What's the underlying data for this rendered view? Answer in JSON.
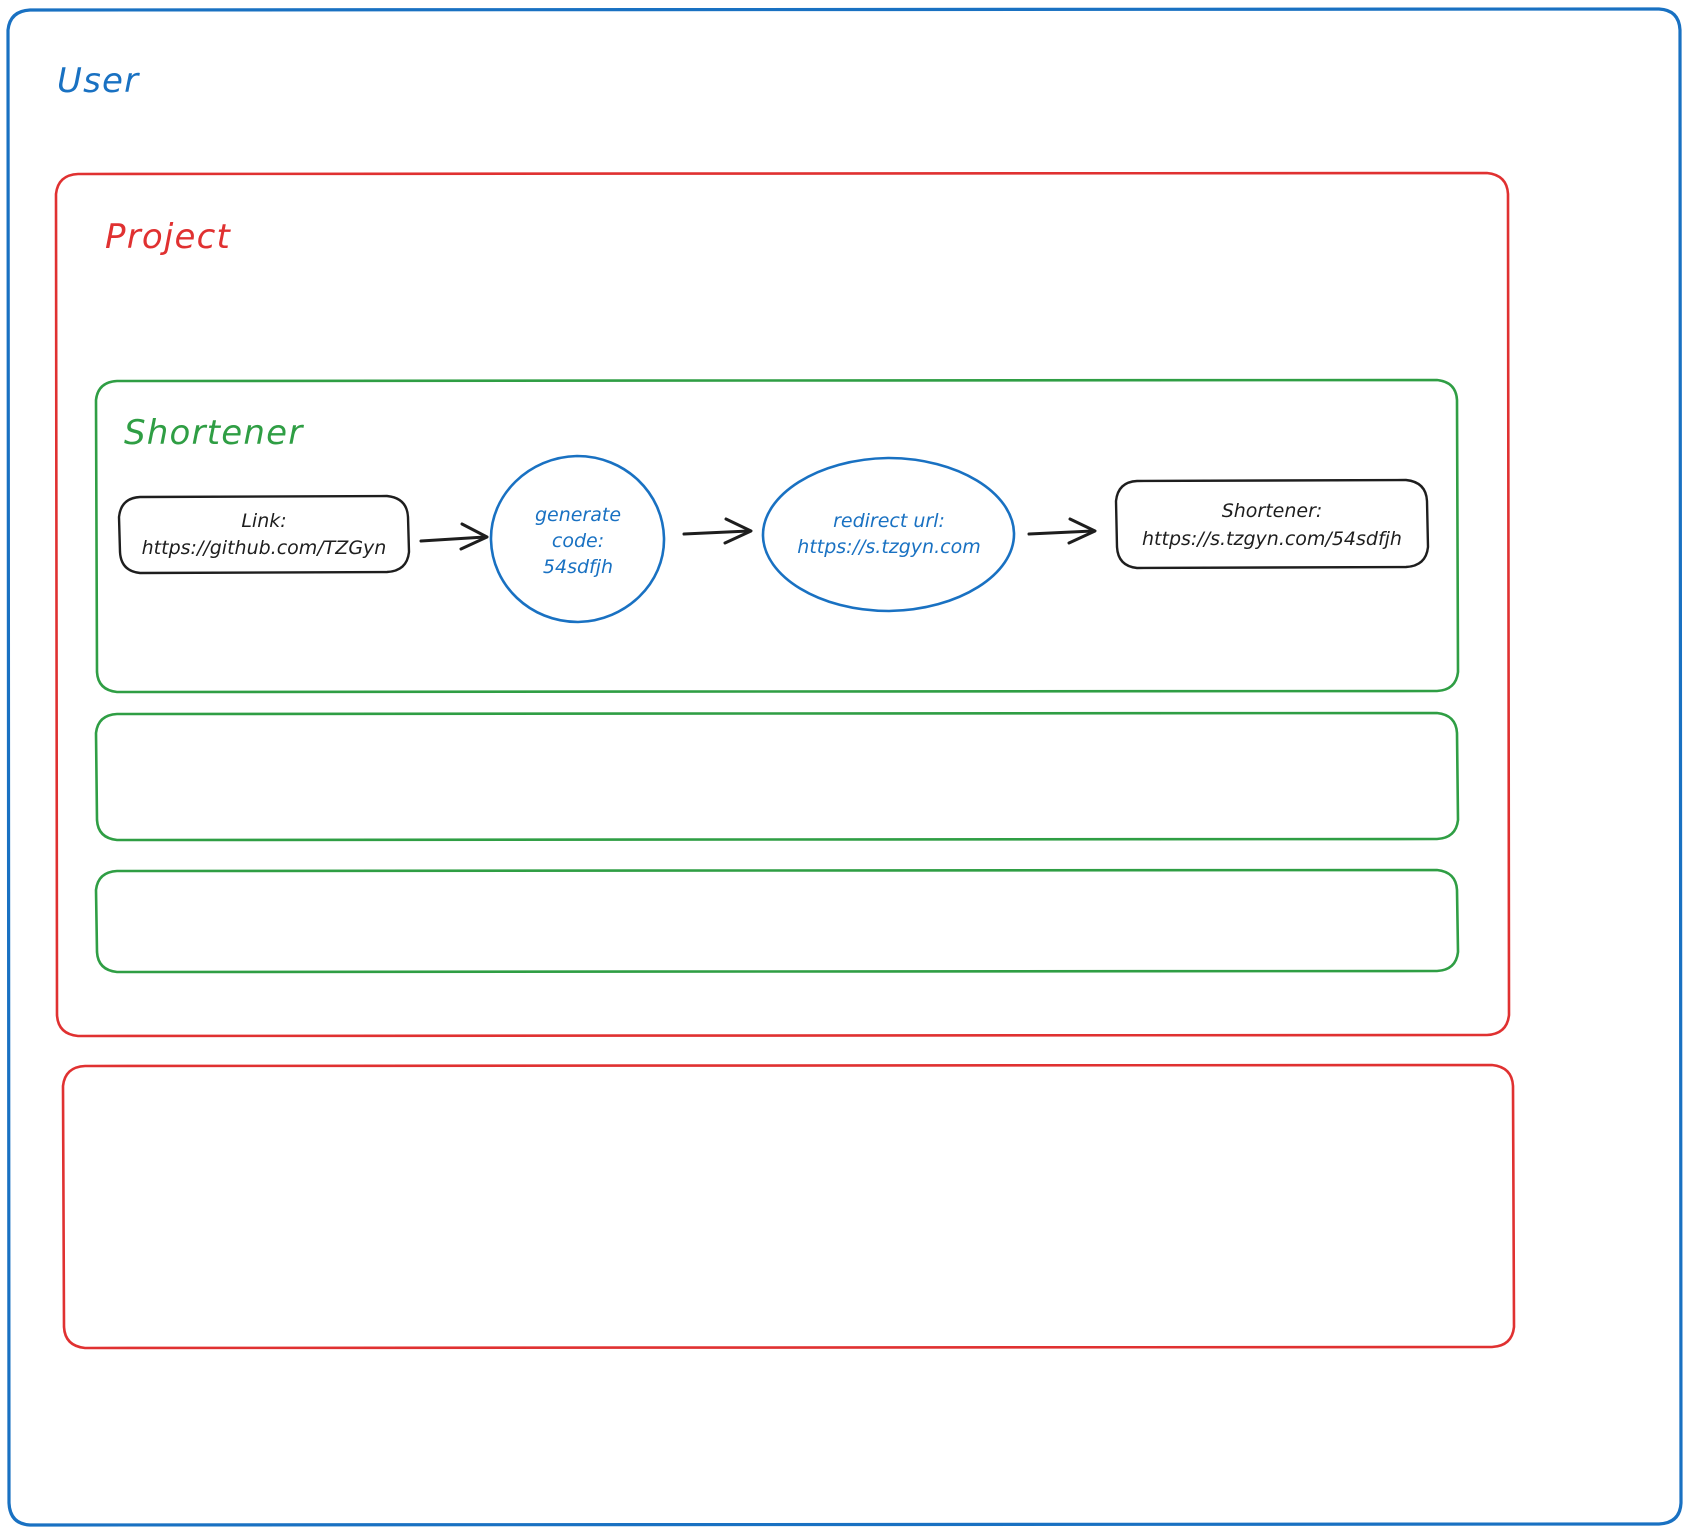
{
  "diagram": {
    "title_visible": false,
    "background": "#ffffff",
    "colors": {
      "user_border": "#1971c2",
      "project_border": "#e03131",
      "shortener_border": "#2f9e44",
      "node_black": "#1e1e1e",
      "node_blue": "#1971c2",
      "arrow": "#1e1e1e"
    }
  },
  "containers": {
    "user": {
      "label": "User",
      "color": "#1971c2"
    },
    "project": {
      "label": "Project",
      "color": "#e03131"
    },
    "project_empty": {
      "label": "",
      "color": "#e03131"
    },
    "shortener": {
      "label": "Shortener",
      "color": "#2f9e44"
    },
    "shortener_empty_1": {
      "label": "",
      "color": "#2f9e44"
    },
    "shortener_empty_2": {
      "label": "",
      "color": "#2f9e44"
    }
  },
  "nodes": [
    {
      "id": "link",
      "shape": "rounded-rect",
      "color": "#1e1e1e",
      "lines": [
        "Link:",
        "https://github.com/TZGyn"
      ]
    },
    {
      "id": "generate-code",
      "shape": "circle",
      "color": "#1971c2",
      "lines": [
        "generate",
        "code:",
        "54sdfjh"
      ]
    },
    {
      "id": "redirect-url",
      "shape": "ellipse",
      "color": "#1971c2",
      "lines": [
        "redirect url:",
        "https://s.tzgyn.com"
      ]
    },
    {
      "id": "shortener-result",
      "shape": "rounded-rect",
      "color": "#1e1e1e",
      "lines": [
        "Shortener:",
        "https://s.tzgyn.com/54sdfjh"
      ]
    }
  ],
  "arrows": [
    {
      "from": "link",
      "to": "generate-code"
    },
    {
      "from": "generate-code",
      "to": "redirect-url"
    },
    {
      "from": "redirect-url",
      "to": "shortener-result"
    }
  ]
}
